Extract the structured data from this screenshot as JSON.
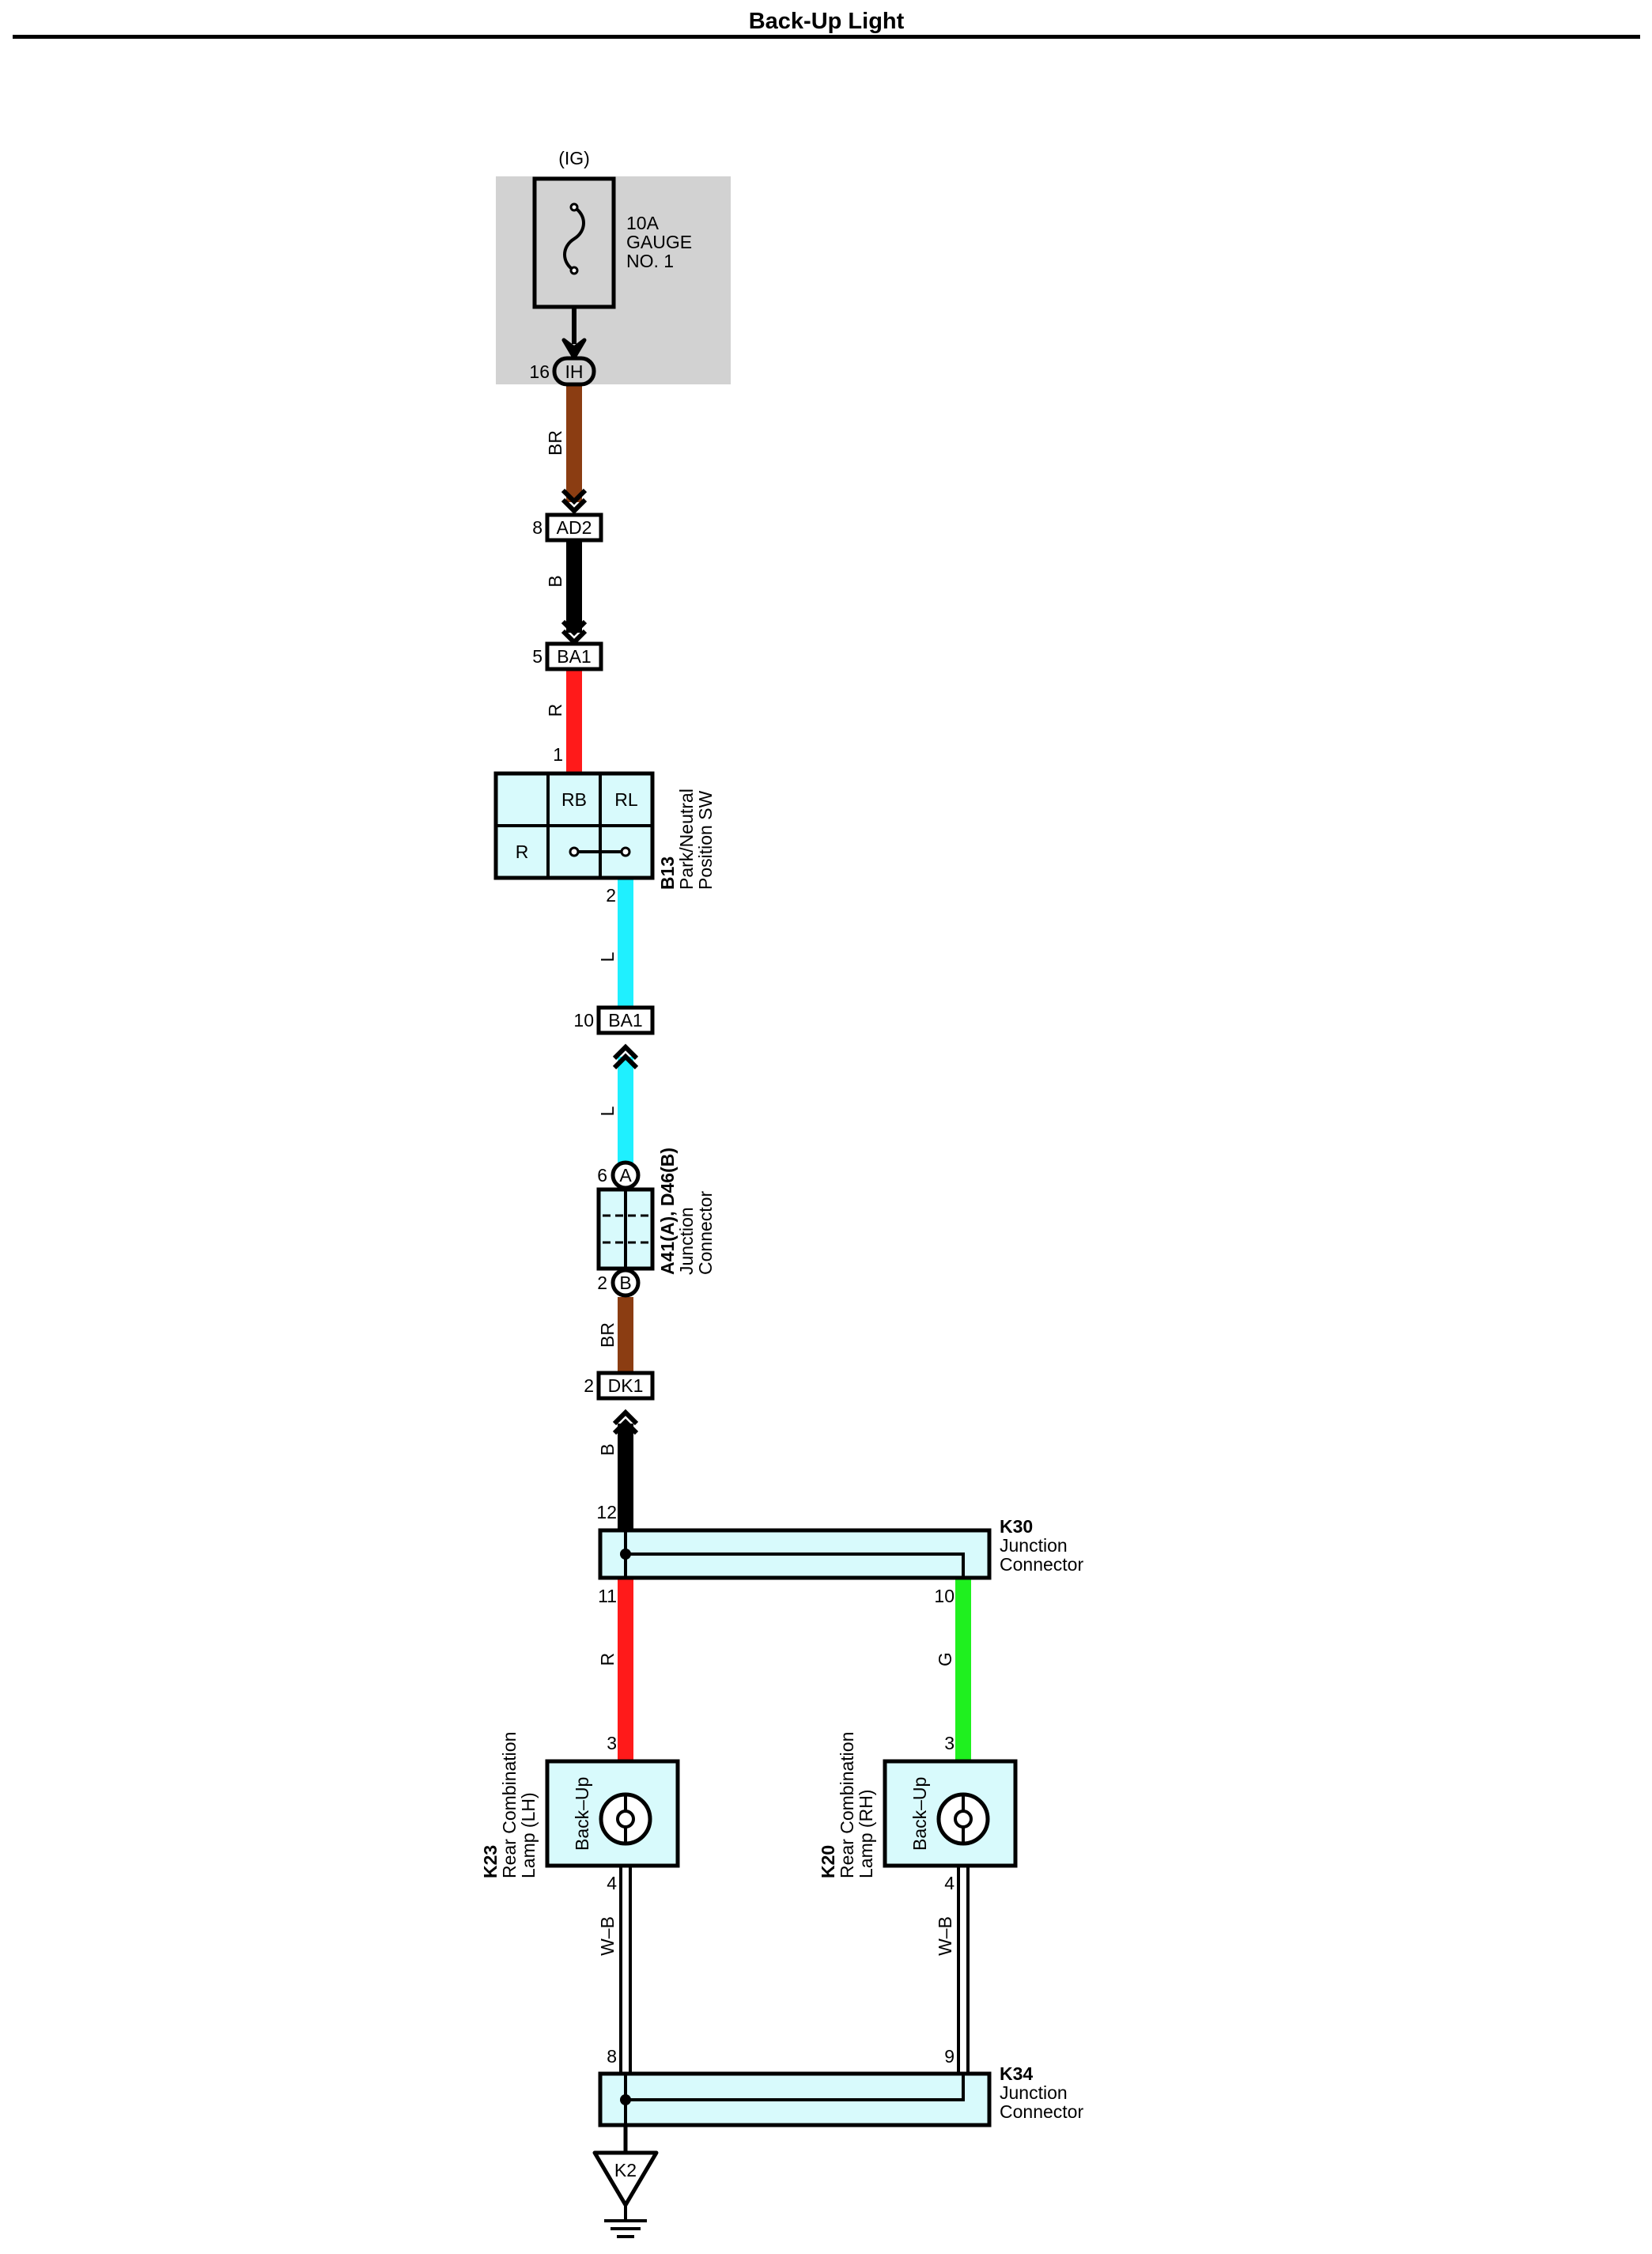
{
  "title": "Back-Up Light",
  "colors": {
    "wire_BR": "#8b3d12",
    "wire_B": "#000000",
    "wire_R": "#ff1a1a",
    "wire_L": "#1ff0ff",
    "wire_G": "#1ff01f",
    "wire_WB": "#ffffff",
    "component_fill": "#d8fafc",
    "fuse_box_fill": "#d2d2d2"
  },
  "fuse": {
    "supply": "(IG)",
    "rating": "10A",
    "name_line1": "GAUGE",
    "name_line2": "NO. 1",
    "pin": "16",
    "connector": "IH"
  },
  "wires": {
    "w1": "BR",
    "w2": "B",
    "w3": "R",
    "w4": "L",
    "w5": "L",
    "w6": "BR",
    "w7": "B",
    "w8": "R",
    "w9": "G",
    "w10": "W–B",
    "w11": "W–B"
  },
  "connectors": {
    "ad2": {
      "name": "AD2",
      "pin": "8"
    },
    "ba1_top": {
      "name": "BA1",
      "pin": "5"
    },
    "ba1_low": {
      "name": "BA1",
      "pin": "10"
    },
    "dk1": {
      "name": "DK1",
      "pin": "2"
    }
  },
  "b13": {
    "id": "B13",
    "name_line1": "Park/Neutral",
    "name_line2": "Position SW",
    "pos_rb": "RB",
    "pos_rl": "RL",
    "pos_r": "R",
    "pin_in": "1",
    "pin_out": "2"
  },
  "jc_a41": {
    "id": "A41(A), D46(B)",
    "name_line1": "Junction",
    "name_line2": "Connector",
    "pin_a": "6",
    "letter_a": "A",
    "pin_b": "2",
    "letter_b": "B"
  },
  "k30": {
    "id": "K30",
    "name_line1": "Junction",
    "name_line2": "Connector",
    "pin_top": "12",
    "pin_left": "11",
    "pin_right": "10"
  },
  "k23": {
    "id": "K23",
    "name_line1": "Rear Combination",
    "name_line2": "Lamp (LH)",
    "bulb_label": "Back–Up",
    "pin_top": "3",
    "pin_bottom": "4"
  },
  "k20": {
    "id": "K20",
    "name_line1": "Rear Combination",
    "name_line2": "Lamp (RH)",
    "bulb_label": "Back–Up",
    "pin_top": "3",
    "pin_bottom": "4"
  },
  "k34": {
    "id": "K34",
    "name_line1": "Junction",
    "name_line2": "Connector",
    "pin_left": "8",
    "pin_right": "9"
  },
  "ground": {
    "id": "K2"
  }
}
